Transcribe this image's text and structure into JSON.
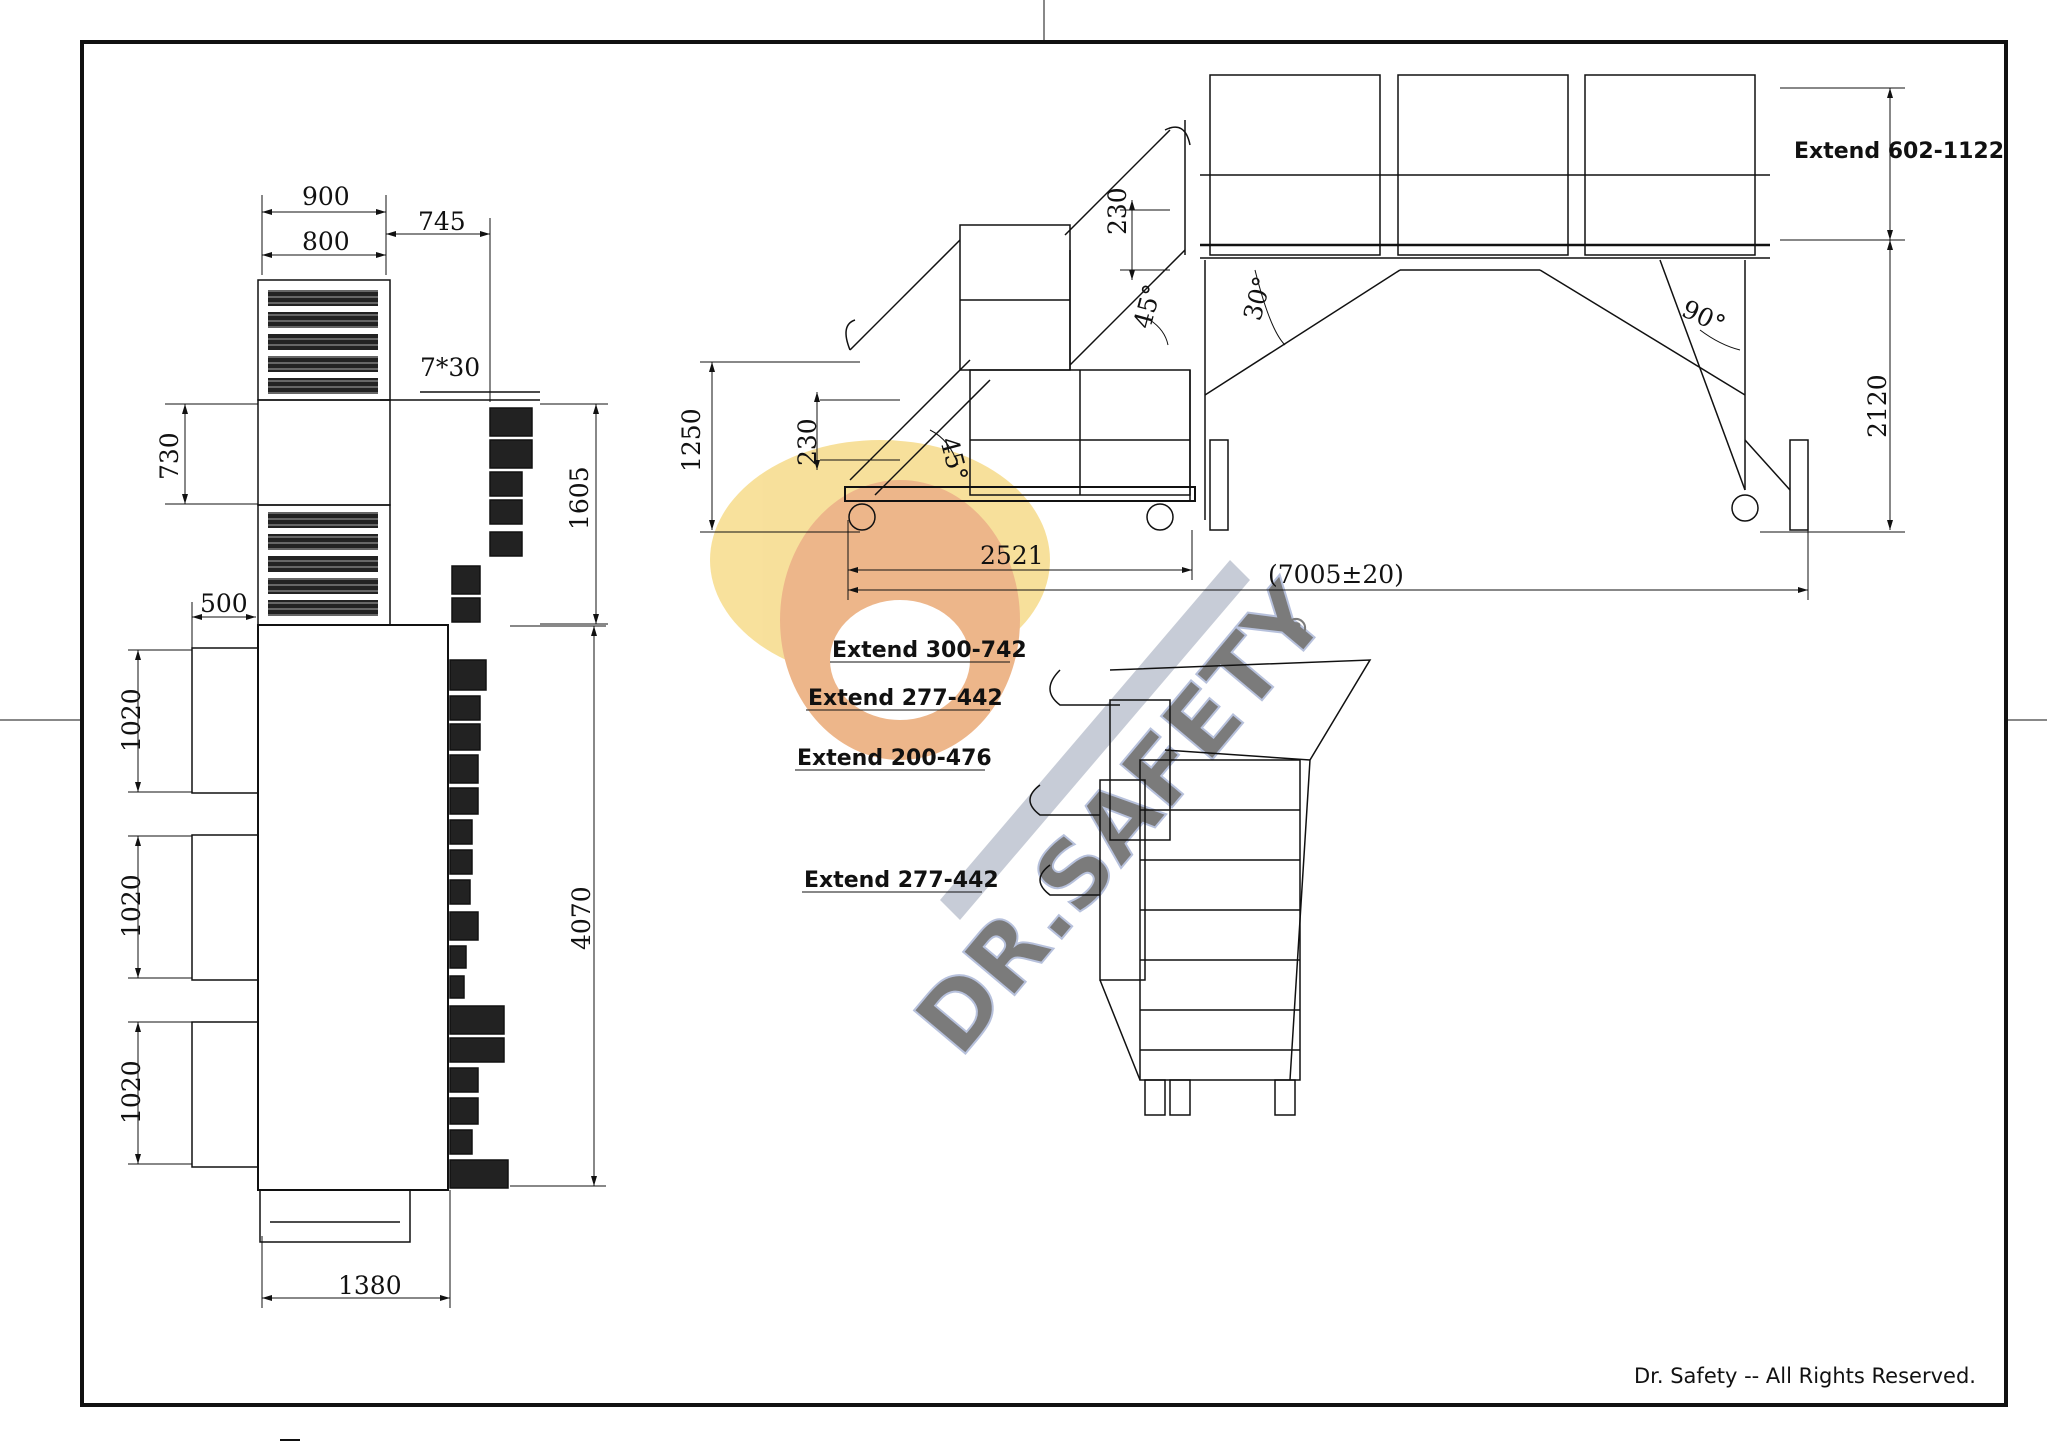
{
  "plan_view": {
    "dims": {
      "w900": "900",
      "w800": "800",
      "w745": "745",
      "tube": "7*30",
      "h730": "730",
      "h1605": "1605",
      "w500": "500",
      "h1020a": "1020",
      "h1020b": "1020",
      "h1020c": "1020",
      "h4070": "4070",
      "w1380": "1380"
    }
  },
  "side_view": {
    "extend_top": "Extend 602-1122",
    "dims": {
      "h230a": "230",
      "ang45a": "45°",
      "ang30": "30°",
      "ang90": "90°",
      "h1250": "1250",
      "h230b": "230",
      "ang45b": "45°",
      "w2521": "2521",
      "w7005": "(7005±20)",
      "h2120": "2120"
    }
  },
  "iso_view": {
    "extends": [
      "Extend 300-742",
      "Extend 277-442",
      "Extend 200-476",
      "Extend 277-442"
    ]
  },
  "watermark": {
    "brand": "DR.SAFETY",
    "registered": "®",
    "colors": {
      "helmet": "#f2c84b",
      "face": "#e07b2c",
      "text": "#b9c9ee"
    }
  },
  "footer": {
    "copyright": "Dr. Safety -- All Rights Reserved."
  }
}
